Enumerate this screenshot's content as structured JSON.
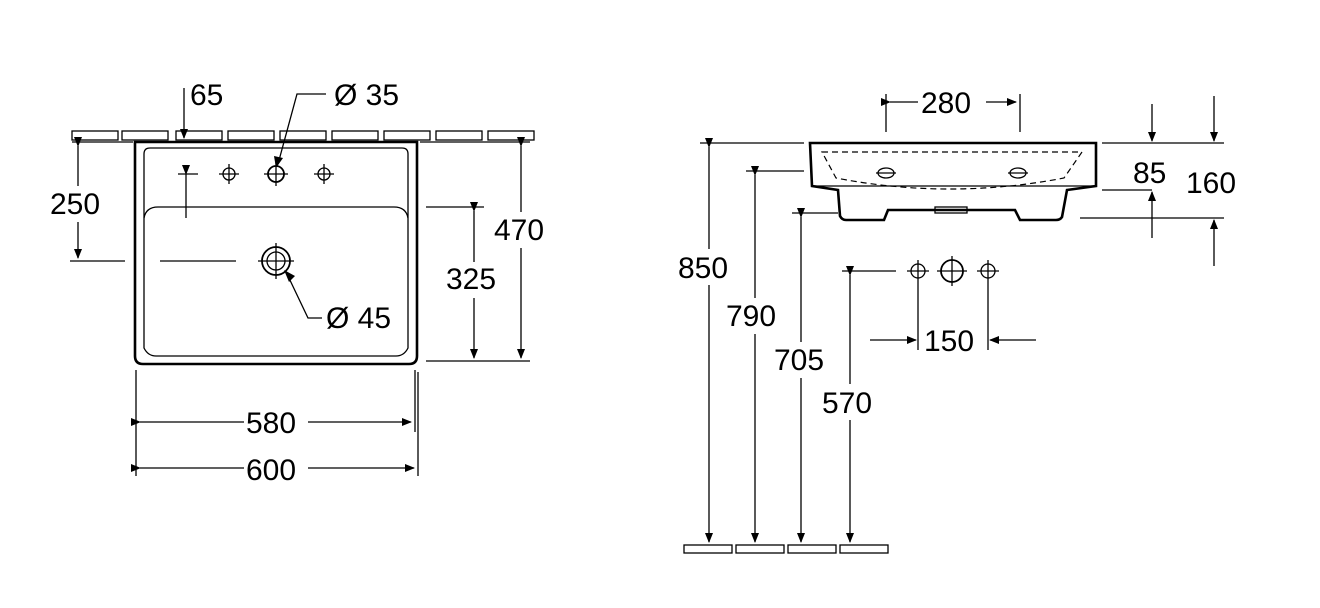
{
  "top_view": {
    "dim_tap_offset": "65",
    "dim_tap_hole": "Ø 35",
    "dim_back_to_overflow": "250",
    "dim_drain": "Ø 45",
    "dim_inner_depth": "325",
    "dim_depth": "470",
    "dim_inner_width": "580",
    "dim_width": "600"
  },
  "side_view": {
    "dim_tap_spacing": "280",
    "dim_rim": "85",
    "dim_total_height": "160",
    "dim_h850": "850",
    "dim_h790": "790",
    "dim_h705": "705",
    "dim_h570": "570",
    "dim_wall_spacing": "150"
  }
}
